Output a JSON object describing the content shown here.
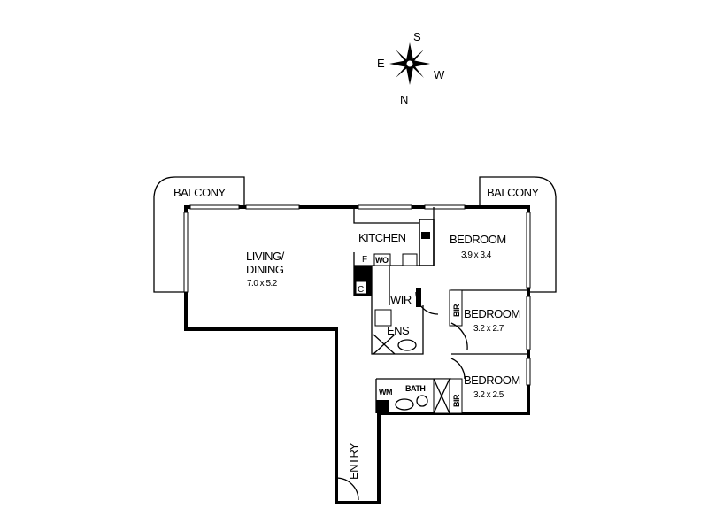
{
  "compass": {
    "north": "N",
    "south": "S",
    "east": "E",
    "west": "W"
  },
  "rooms": {
    "balcony_left": "BALCONY",
    "balcony_right": "BALCONY",
    "living_title_1": "LIVING/",
    "living_title_2": "DINING",
    "living_size": "7.0 x 5.2",
    "kitchen": "KITCHEN",
    "fridge": "F",
    "wall_oven": "WO",
    "cupboard": "C",
    "wir": "WIR",
    "ensuite": "ENS",
    "bedroom1": "BEDROOM",
    "bedroom1_size": "3.9 x 3.4",
    "bedroom2": "BEDROOM",
    "bedroom2_size": "3.2 x 2.7",
    "bedroom3": "BEDROOM",
    "bedroom3_size": "3.2 x 2.5",
    "bir1": "BIR",
    "bir2": "BIR",
    "washing_machine": "WM",
    "bath": "BATH",
    "entry": "ENTRY"
  }
}
